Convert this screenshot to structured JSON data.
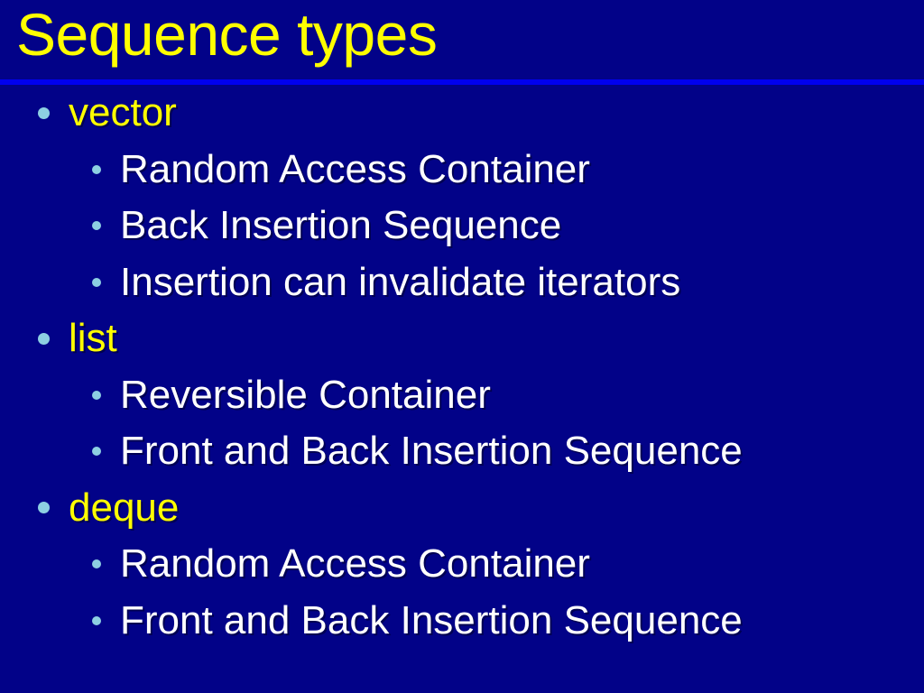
{
  "slide": {
    "title": "Sequence types",
    "colors": {
      "background": "#020288",
      "title_text": "#FFFF00",
      "title_rule": "#0000EE",
      "level1_text": "#FFFF00",
      "level2_text": "#FFFFFF",
      "bullet_dot": "#8DCFE2"
    },
    "outline": [
      {
        "level": 1,
        "text": "vector",
        "children": [
          {
            "level": 2,
            "text": "Random Access Container"
          },
          {
            "level": 2,
            "text": "Back Insertion Sequence"
          },
          {
            "level": 2,
            "text": "Insertion can invalidate iterators"
          }
        ]
      },
      {
        "level": 1,
        "text": "list",
        "children": [
          {
            "level": 2,
            "text": "Reversible Container"
          },
          {
            "level": 2,
            "text": "Front and Back Insertion Sequence"
          }
        ]
      },
      {
        "level": 1,
        "text": "deque",
        "children": [
          {
            "level": 2,
            "text": "Random Access Container"
          },
          {
            "level": 2,
            "text": "Front and Back Insertion Sequence"
          }
        ]
      }
    ],
    "lines": [
      {
        "level": 1,
        "text": "vector"
      },
      {
        "level": 2,
        "text": "Random Access Container"
      },
      {
        "level": 2,
        "text": "Back Insertion Sequence"
      },
      {
        "level": 2,
        "text": "Insertion can invalidate iterators"
      },
      {
        "level": 1,
        "text": "list"
      },
      {
        "level": 2,
        "text": "Reversible Container"
      },
      {
        "level": 2,
        "text": "Front and Back Insertion Sequence"
      },
      {
        "level": 1,
        "text": "deque"
      },
      {
        "level": 2,
        "text": "Random Access Container"
      },
      {
        "level": 2,
        "text": "Front and Back Insertion Sequence"
      }
    ]
  }
}
